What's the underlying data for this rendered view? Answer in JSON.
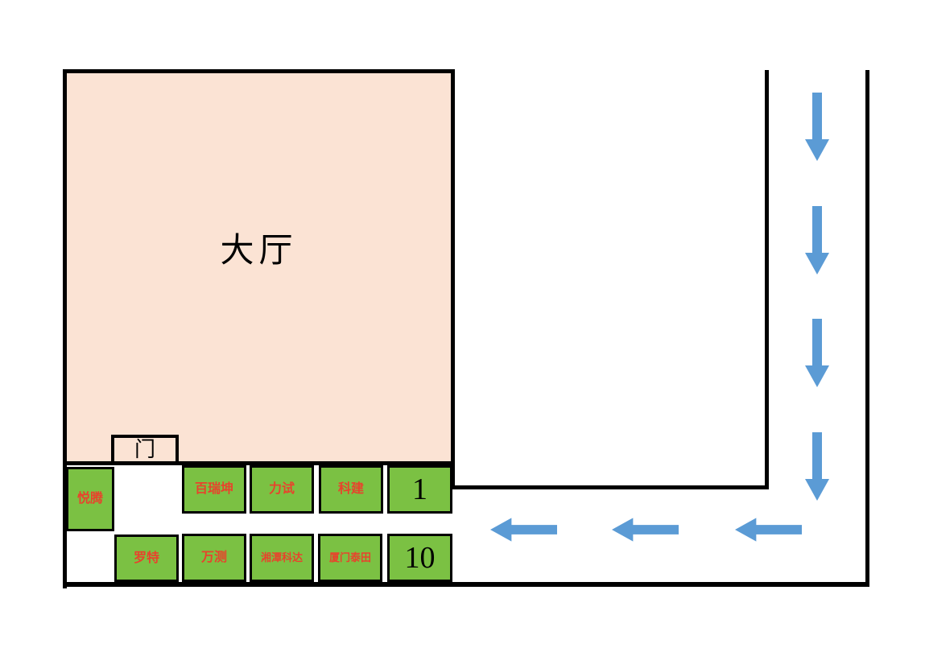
{
  "hall": {
    "label": "大厅"
  },
  "door": {
    "label": "门"
  },
  "booths": {
    "row_top": [
      "悦腾",
      "百瑞坤",
      "力试",
      "科建",
      "1"
    ],
    "row_bottom": [
      "罗特",
      "万测",
      "湘潭科达",
      "厦门泰田",
      "10"
    ]
  },
  "route_arrows": {
    "right_corridor": {
      "direction": "down",
      "count": 4
    },
    "bottom_corridor": {
      "direction": "left",
      "count": 3
    }
  },
  "colors": {
    "hall_fill": "#FBE3D4",
    "booth_fill": "#7BC143",
    "booth_name_text": "#E8432C",
    "booth_number_text": "#000000",
    "arrow_blue": "#5B9BD5",
    "wall_black": "#000000"
  }
}
